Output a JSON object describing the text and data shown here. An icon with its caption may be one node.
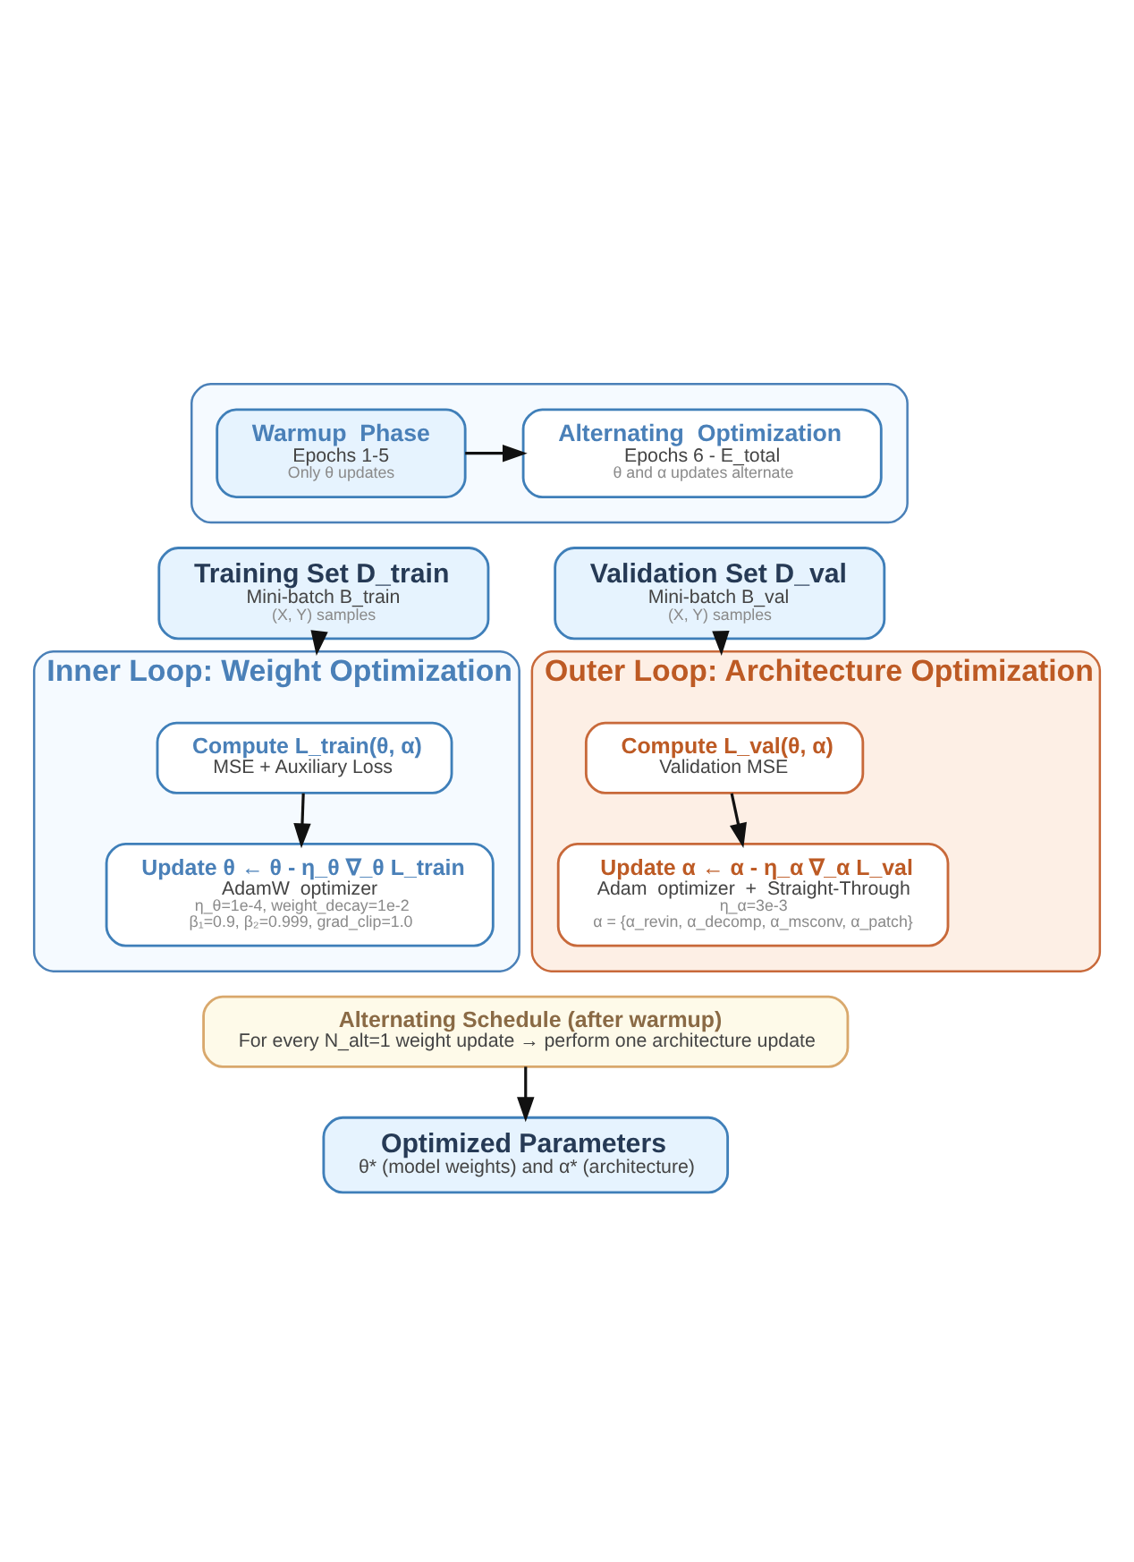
{
  "diagram": {
    "nodes": [
      {
        "text": [],
        "shape": "box"
      },
      {
        "text": [
          "Warmup  Phase",
          "Epochs 1-5",
          "Only θ updates"
        ],
        "in": 0
      },
      {
        "text": [
          "Alternating  Optimization",
          "Epochs 6 - E_total",
          "θ and α updates alternate"
        ],
        "in": 0
      },
      {
        "text": [
          "Training Set D_train",
          "Mini-batch B_train",
          "(X, Y) samples"
        ]
      },
      {
        "text": [
          "Validation Set D_val",
          "Mini-batch B_val",
          "(X, Y) samples"
        ]
      },
      {
        "text": [
          "Inner Loop: Weight Optimization"
        ]
      },
      {
        "text": [
          "Compute L_train(θ, α)",
          "MSE + Auxiliary Loss"
        ],
        "in": 5
      },
      {
        "text": [
          "Update θ ← θ - η_θ ∇_θ L_train",
          "AdamW  optimizer",
          "η_θ=1e-4, weight_decay=1e-2",
          "β₁=0.9, β₂=0.999, grad_clip=1.0"
        ],
        "in": 5
      },
      {
        "text": [
          "Outer Loop: Architecture Optimization"
        ]
      },
      {
        "text": [
          "Compute L_val(θ, α)",
          "Validation MSE"
        ],
        "in": 8
      },
      {
        "text": [
          "Update α ← α - η_α ∇_α L_val",
          "Adam  optimizer  +  Straight-Through",
          "η_α=3e-3",
          "α = {α_revin, α_decomp, α_msconv, α_patch}"
        ],
        "in": 8
      },
      {
        "text": [
          "Alternating Schedule (after warmup)",
          "For every N_alt=1 weight update → perform one architecture update"
        ]
      },
      {
        "text": [
          "Optimized Parameters",
          "θ* (model weights) and α* (architecture)"
        ]
      }
    ],
    "edges": [
      {
        "from": 1,
        "to": 2,
        "arrow": "to"
      },
      {
        "from": 3,
        "to": 5,
        "arrow": "to"
      },
      {
        "from": 4,
        "to": 8,
        "arrow": "to"
      },
      {
        "from": 6,
        "to": 7,
        "arrow": "to"
      },
      {
        "from": 9,
        "to": 10,
        "arrow": "to"
      },
      {
        "from": 11,
        "to": 12,
        "arrow": "to"
      }
    ]
  }
}
